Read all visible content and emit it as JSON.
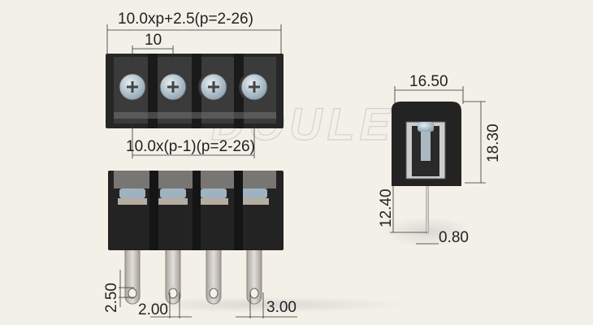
{
  "watermark": "DOULE",
  "dimensions": {
    "overall_length": "10.0xp+2.5(p=2-26)",
    "pitch": "10",
    "pin_span": "10.0x(p-1)(p=2-26)",
    "depth": "16.50",
    "height": "18.30",
    "pin_length": "12.40",
    "pin_thickness": "0.80",
    "hole_offset": "2.50",
    "hole_diameter": "2.00",
    "pin_width": "3.00"
  },
  "colors": {
    "background": "#f3f0e8",
    "body": "#222222",
    "screw": "#b9cad6",
    "pin": "#cfcac4"
  }
}
